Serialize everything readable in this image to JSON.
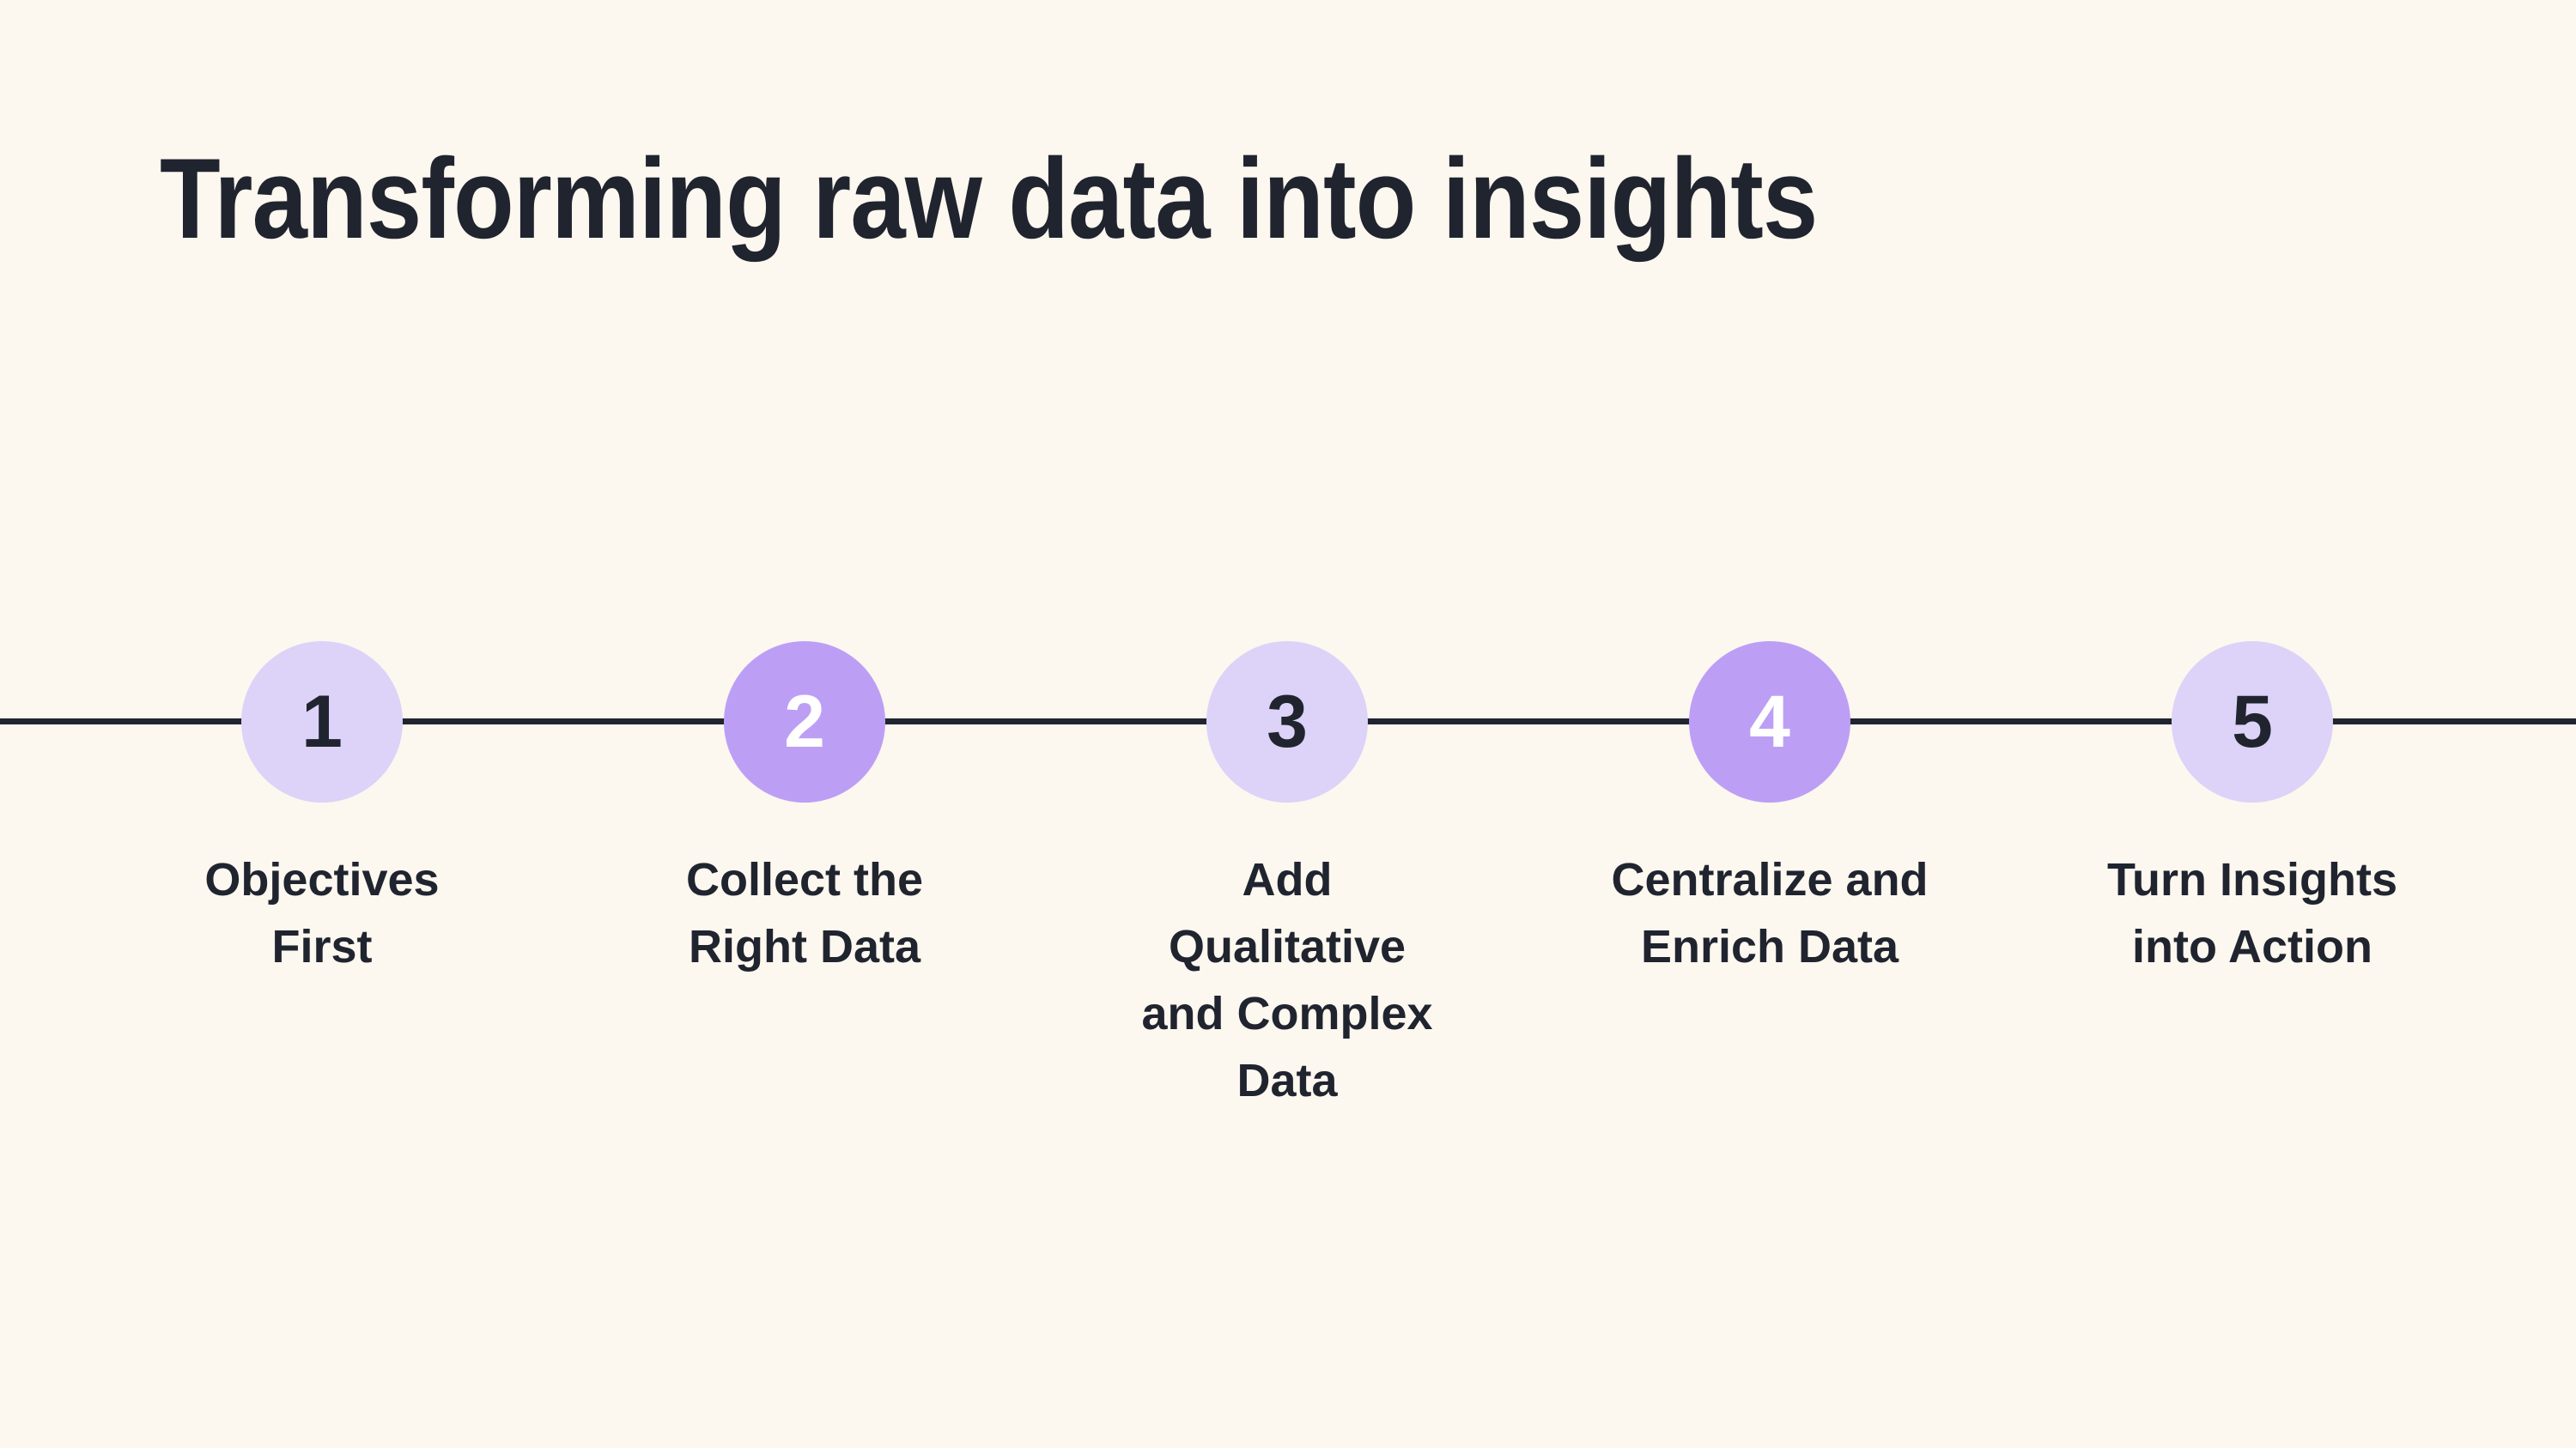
{
  "page": {
    "title": "Transforming raw data into insights"
  },
  "colors": {
    "background": "#FCF7EF",
    "ink": "#20242F",
    "circle_light": "#DDD2F8",
    "circle_dark": "#BC9FF5",
    "number_on_dark": "#FFFFFF"
  },
  "timeline": {
    "steps": [
      {
        "number": "1",
        "label": "Objectives\nFirst",
        "variant": "light"
      },
      {
        "number": "2",
        "label": "Collect the\nRight Data",
        "variant": "dark"
      },
      {
        "number": "3",
        "label": "Add\nQualitative\nand Complex\nData",
        "variant": "light"
      },
      {
        "number": "4",
        "label": "Centralize and\nEnrich Data",
        "variant": "dark"
      },
      {
        "number": "5",
        "label": "Turn Insights\ninto Action",
        "variant": "light"
      }
    ]
  }
}
